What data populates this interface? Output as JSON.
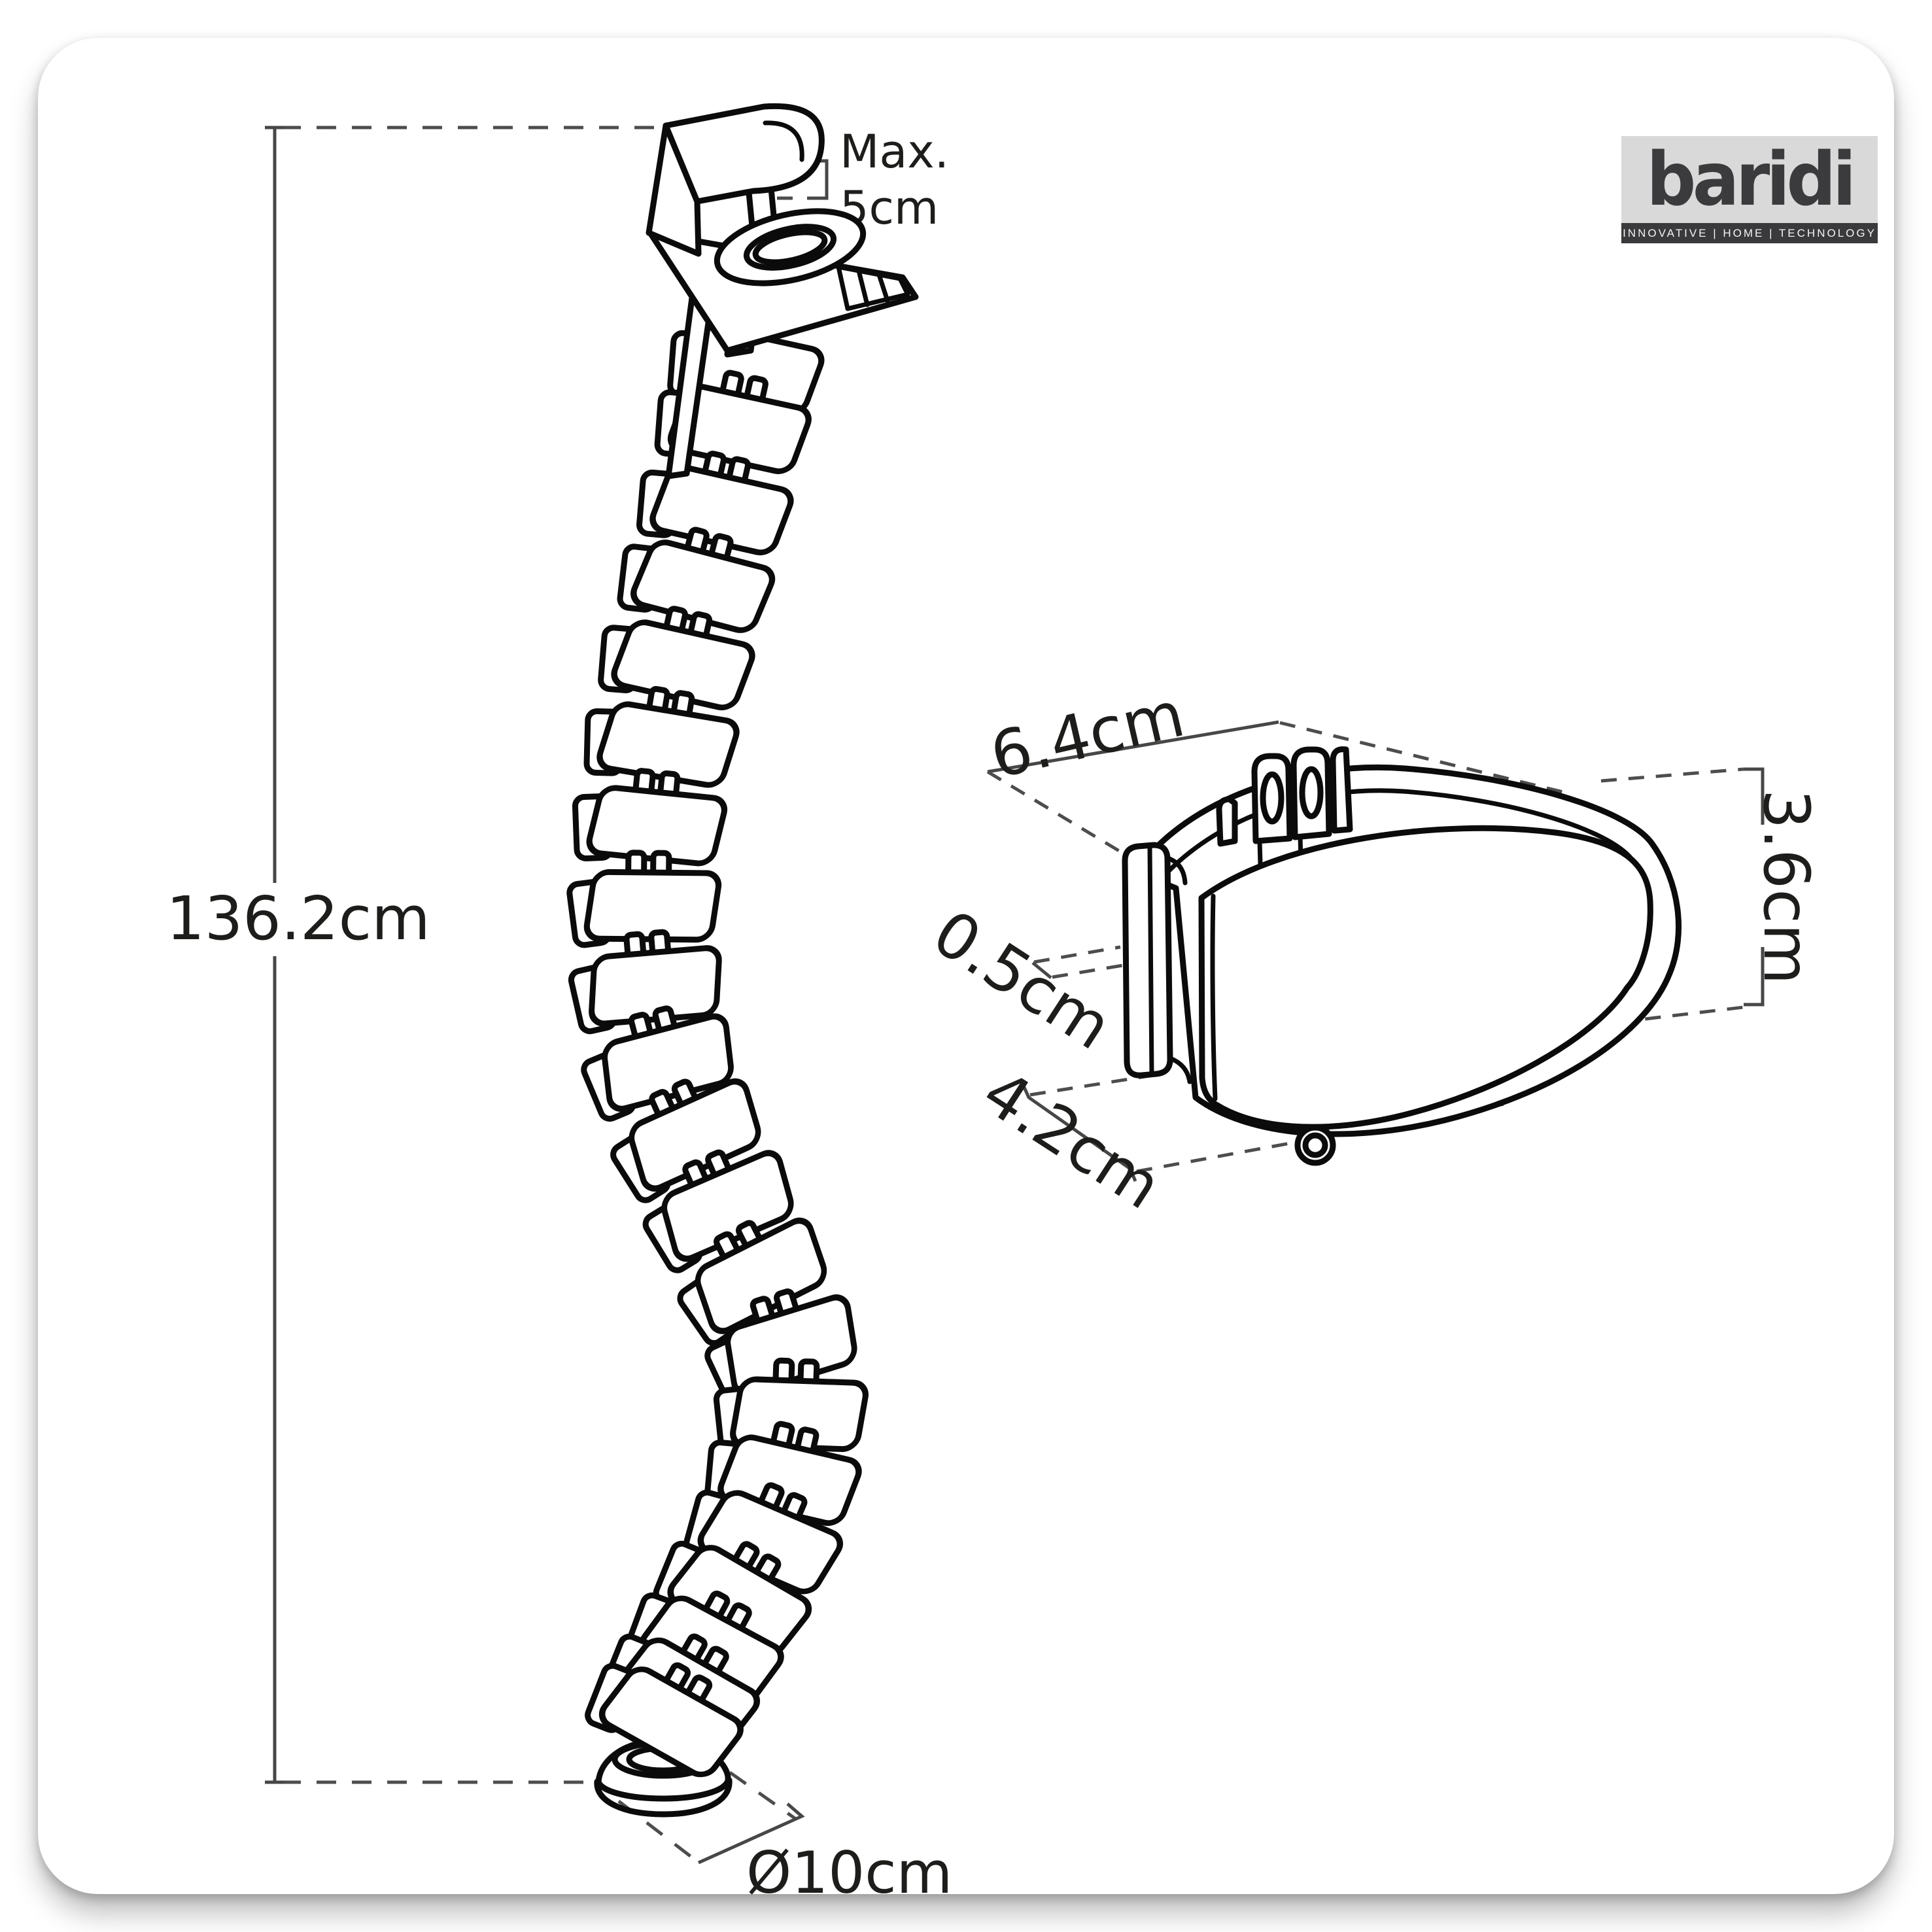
{
  "brand": {
    "name": "baridi",
    "tagline": "INNOVATIVE | HOME | TECHNOLOGY",
    "logo_bg": "#d9d9d9",
    "logo_band_bg": "#3a3a3c"
  },
  "dimensions": {
    "spine_height": "136.2cm",
    "clamp_max_line1": "Max.",
    "clamp_max_line2": "5cm",
    "base_diameter": "Ø10cm",
    "clip_width": "6.4cm",
    "clip_thickness": "0.5cm",
    "clip_depth": "4.2cm",
    "clip_height": "3.6cm"
  },
  "colors": {
    "ink": "#1d1d1b",
    "dimension_line": "#4d4d4d",
    "artwork_line": "#0b0b0b",
    "card_bg": "#ffffff"
  }
}
